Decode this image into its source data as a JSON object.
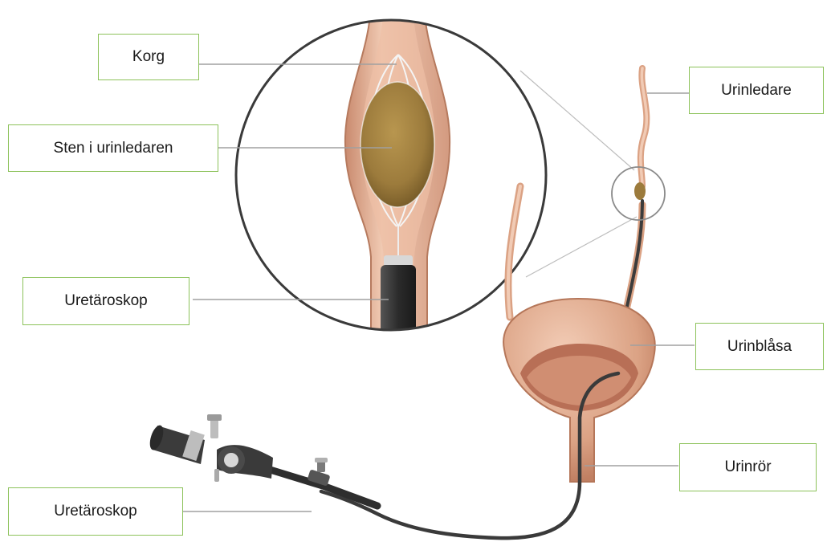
{
  "labels": {
    "korg": "Korg",
    "sten": "Sten i urinledaren",
    "ureteroskop_upper": "Uretäroskop",
    "ureteroskop_lower": "Uretäroskop",
    "urinledare": "Urinledare",
    "urinblasa": "Urinblåsa",
    "urinror": "Urinrör"
  },
  "colors": {
    "label_border": "#8cc25a",
    "leader_line": "#a0a0a0",
    "tissue": "#e3b39a",
    "tissue_dark": "#c98a6e",
    "stone": "#9c7b3c",
    "scope": "#3a3a3a"
  }
}
